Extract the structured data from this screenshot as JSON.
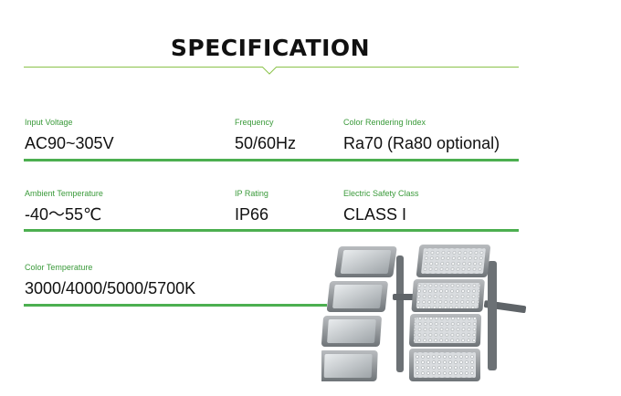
{
  "header": {
    "title": "SPECIFICATION"
  },
  "specs": [
    {
      "label": "Input Voltage",
      "value": "AC90~305V"
    },
    {
      "label": "Frequency",
      "value": "50/60Hz"
    },
    {
      "label": "Color Rendering Index",
      "value": "Ra70 (Ra80 optional)"
    },
    {
      "label": "Ambient Temperature",
      "value": "-40〜55℃"
    },
    {
      "label": "IP Rating",
      "value": "IP66"
    },
    {
      "label": "Electric Safety Class",
      "value": "CLASS I"
    },
    {
      "label": "Color Temperature",
      "value": "3000/4000/5000/5700K"
    }
  ],
  "colors": {
    "accent": "#4caf50",
    "label": "#3a9a3a",
    "text": "#111111",
    "title_line": "#8bc34a"
  },
  "image": {
    "icon": "led-flood-light-product-image"
  }
}
